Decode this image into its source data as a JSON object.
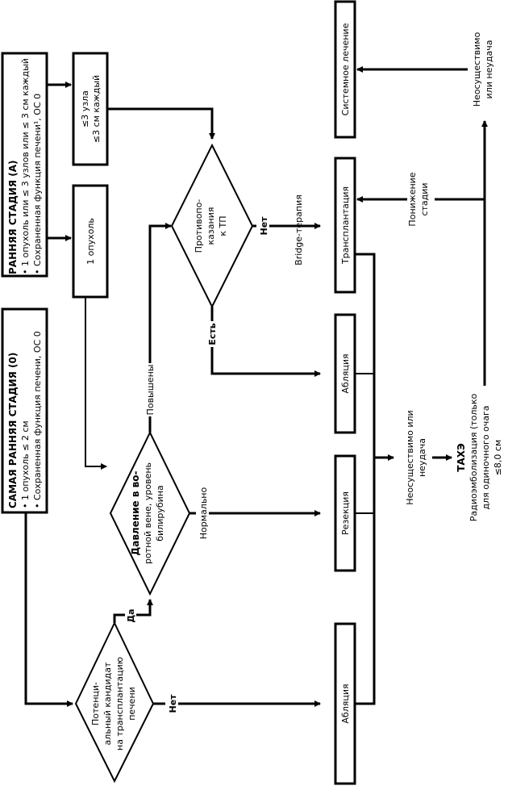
{
  "stage_0": {
    "title": "САМАЯ РАННЯЯ СТАДИЯ (0)",
    "bullets": [
      "• 1 опухоль ≤ 2 см",
      "• Сохраненная функция печени, ОС 0"
    ]
  },
  "stage_a": {
    "title": "РАННЯЯ СТАДИЯ (А)",
    "bullets": [
      "• 1 опухоль или ≤ 3 узлов или ≤ 3 см каждый",
      "• Сохраненная функция печени¹, ОС 0"
    ]
  },
  "boxes": {
    "one_tumor": "1 опухоль",
    "three_nodes_line1": "≤3 узла",
    "three_nodes_line2": "≤3 см каждый",
    "systemic": "Системное лечение",
    "transplant": "Трансплантация",
    "ablation_top": "Абляция",
    "resection": "Резекция",
    "ablation_bottom": "Абляция"
  },
  "decisions": {
    "candidate": [
      "Потенци-",
      "альный кандидат",
      "на трансплантацию",
      "печени"
    ],
    "portal": [
      "Давление в во-",
      "ротной вене, уровень",
      "билирубина"
    ],
    "contra": [
      "Противопо-",
      "казания",
      "к ТП"
    ]
  },
  "labels": {
    "yes": "Да",
    "no_candidate": "Нет",
    "elevated": "Повышены",
    "normal": "Нормально",
    "has": "Есть",
    "no_contra": "Нет",
    "bridge": "Bridge-терапия",
    "downstaging_line1": "Понижение",
    "downstaging_line2": "стадии",
    "unfeasible_top_line1": "Неосуществимо",
    "unfeasible_top_line2": "или неудача",
    "unfeasible_mid_line1": "Неосуществимо или",
    "unfeasible_mid_line2": "неудача"
  },
  "tace": {
    "title": "ТАХЭ",
    "line1": "Радиоэмболизация (только",
    "line2": "для одиночного очага",
    "line3": "≤8,0 см"
  }
}
